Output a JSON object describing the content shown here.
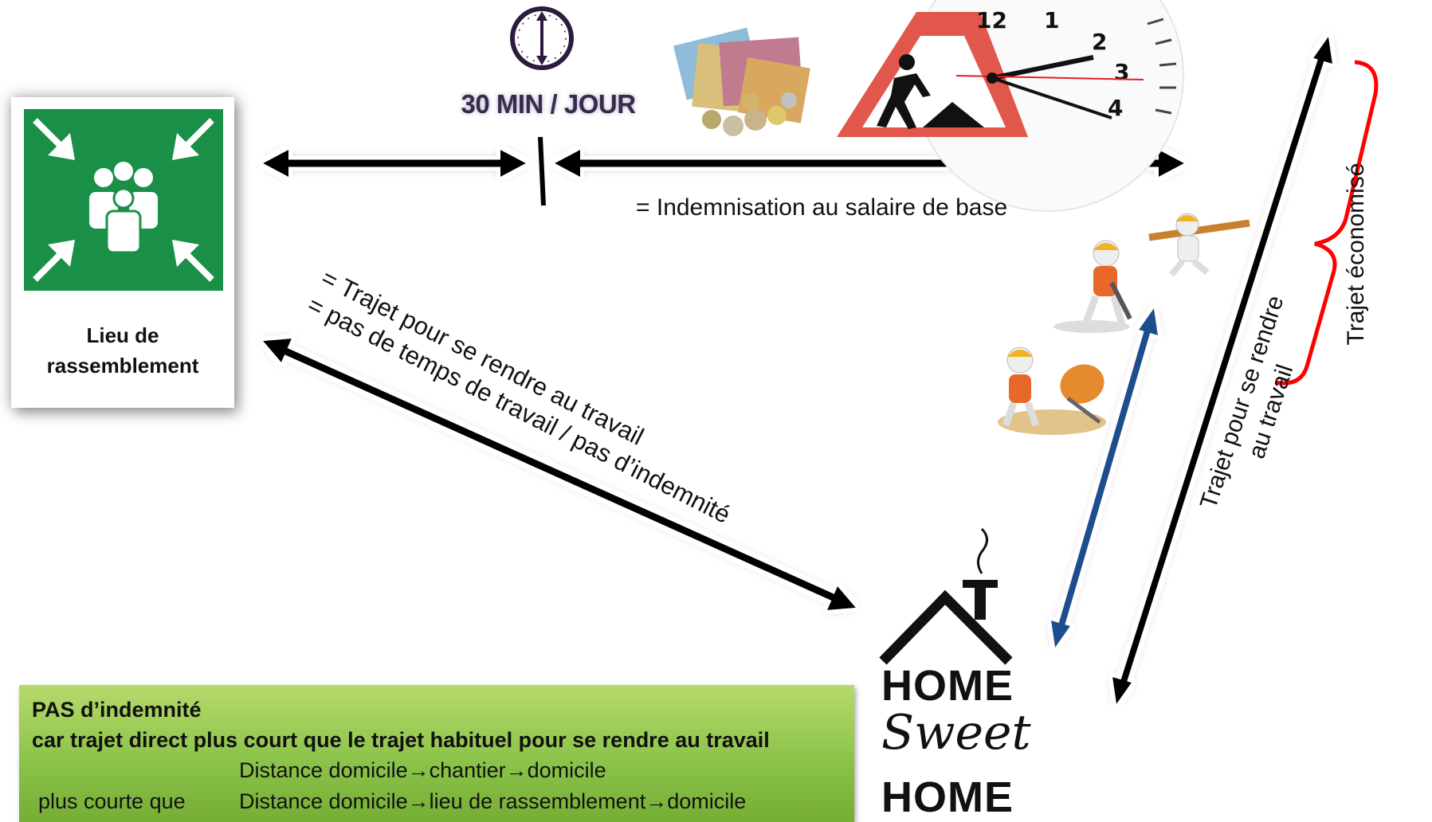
{
  "assembly_point": {
    "label": "Lieu de\nrassemblement",
    "sign_color": "#1a8f47",
    "icon": "assembly-point-icon"
  },
  "time_label": "30 MIN / JOUR",
  "clock_icon": "clock-icon",
  "top_arrow_caption": "= Indemnisation au salaire de base",
  "diagonal_caption": "= Trajet pour se rendre au travail\n= pas de temps de travail / pas d’indemnité",
  "right_caption_saved": "Trajet économisé",
  "right_caption_commute": "Trajet pour se rendre\nau travail",
  "home_sign": {
    "line1": "HOME",
    "line2": "Sweet",
    "line3": "HOME"
  },
  "images": [
    "money-icon",
    "roadwork-clock-icon",
    "construction-workers-icon"
  ],
  "info_box": {
    "line1": "PAS d’indemnité",
    "line2": "car trajet direct plus court que le trajet habituel pour se rendre au travail",
    "line3": "Distance domicile→chantier→domicile",
    "line4_prefix": "plus courte que",
    "line4": "Distance domicile→lieu de rassemblement→domicile",
    "color": "#8cc34a"
  },
  "colors": {
    "arrow": "#000000",
    "blue_arrow": "#1f4e8c",
    "brace": "#ff0000"
  }
}
